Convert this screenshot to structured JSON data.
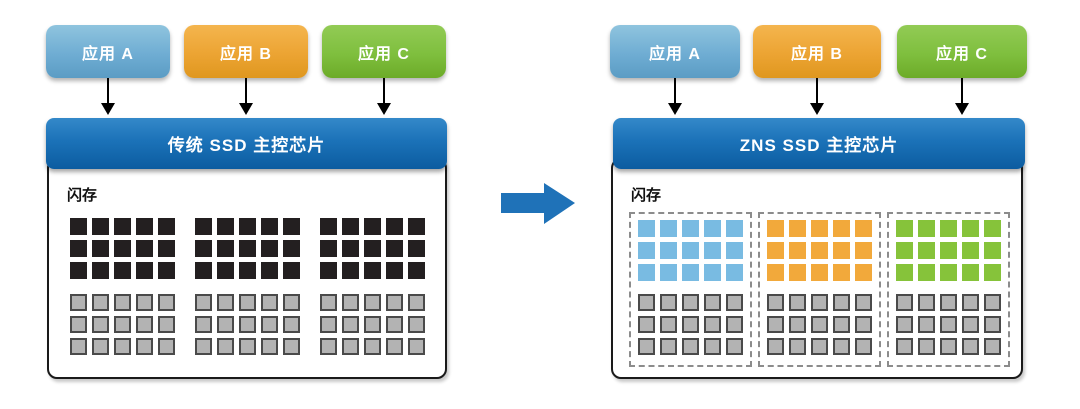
{
  "left_panel": {
    "apps": [
      {
        "label": "应用 A"
      },
      {
        "label": "应用 B"
      },
      {
        "label": "应用 C"
      }
    ],
    "controller_label": "传统 SSD 主控芯片",
    "flash_label": "闪存",
    "flash_groups": [
      {
        "used_cells": 15,
        "free_cells": 15
      },
      {
        "used_cells": 15,
        "free_cells": 15
      },
      {
        "used_cells": 15,
        "free_cells": 15
      }
    ]
  },
  "right_panel": {
    "apps": [
      {
        "label": "应用 A"
      },
      {
        "label": "应用 B"
      },
      {
        "label": "应用 C"
      }
    ],
    "controller_label": "ZNS SSD 主控芯片",
    "flash_label": "闪存",
    "flash_zones": [
      {
        "zone_color": "blue",
        "used_cells": 15,
        "free_cells": 15
      },
      {
        "zone_color": "orange",
        "used_cells": 15,
        "free_cells": 15
      },
      {
        "zone_color": "green",
        "used_cells": 15,
        "free_cells": 15
      }
    ]
  },
  "grid": {
    "cols": 5,
    "rows": 3
  },
  "colors": {
    "app_blue": "#6fadd3",
    "app_orange": "#eca433",
    "app_green": "#7fbf3e",
    "controller_blue": "#1b72b8",
    "transform_arrow": "#1f72b8",
    "cell_used_dark": "#231f20",
    "cell_free_gray": "#b3b3b3",
    "cell_blue": "#79bbe2",
    "cell_orange": "#f2a93b",
    "cell_green": "#86c33a"
  }
}
